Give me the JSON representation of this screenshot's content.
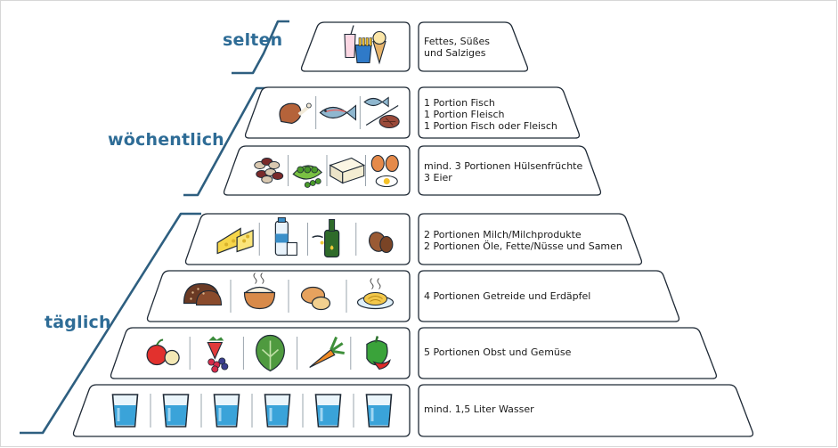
{
  "levels": [
    {
      "label": "selten"
    },
    {
      "label": "wöchentlich"
    },
    {
      "label": "täglich"
    }
  ],
  "colors": {
    "label": "#2e6c96",
    "line": "#1f2a36",
    "bracket": "#2e5f80"
  },
  "rows": [
    {
      "lines": [
        "Fettes, Süßes",
        "und Salziges"
      ],
      "icons": [
        "sweets-fastfood-icon"
      ]
    },
    {
      "lines": [
        "1 Portion Fisch",
        "1 Portion Fleisch",
        "1 Portion Fisch oder Fleisch"
      ],
      "icons": [
        "chicken-leg-icon",
        "fish-icon",
        "fish-or-steak-icon"
      ]
    },
    {
      "lines": [
        "mind. 3 Portionen Hülsenfrüchte",
        "3 Eier"
      ],
      "icons": [
        "beans-icon",
        "peas-icon",
        "tofu-icon",
        "eggs-icon"
      ]
    },
    {
      "lines": [
        "2 Portionen Milch/Milchprodukte",
        "2 Portionen Öle, Fette/Nüsse und Samen"
      ],
      "icons": [
        "cheese-icon",
        "milk-icon",
        "oil-bottle-icon",
        "nuts-icon"
      ]
    },
    {
      "lines": [
        "4 Portionen Getreide und Erdäpfel"
      ],
      "icons": [
        "bread-icon",
        "rice-bowl-icon",
        "potatoes-icon",
        "pasta-icon"
      ]
    },
    {
      "lines": [
        "5 Portionen Obst und Gemüse"
      ],
      "icons": [
        "apple-icon",
        "berries-icon",
        "lettuce-icon",
        "carrot-icon",
        "pepper-icon"
      ]
    },
    {
      "lines": [
        "mind. 1,5 Liter Wasser"
      ],
      "icons": [
        "water-glass-icon",
        "water-glass-icon",
        "water-glass-icon",
        "water-glass-icon",
        "water-glass-icon",
        "water-glass-icon"
      ]
    }
  ]
}
